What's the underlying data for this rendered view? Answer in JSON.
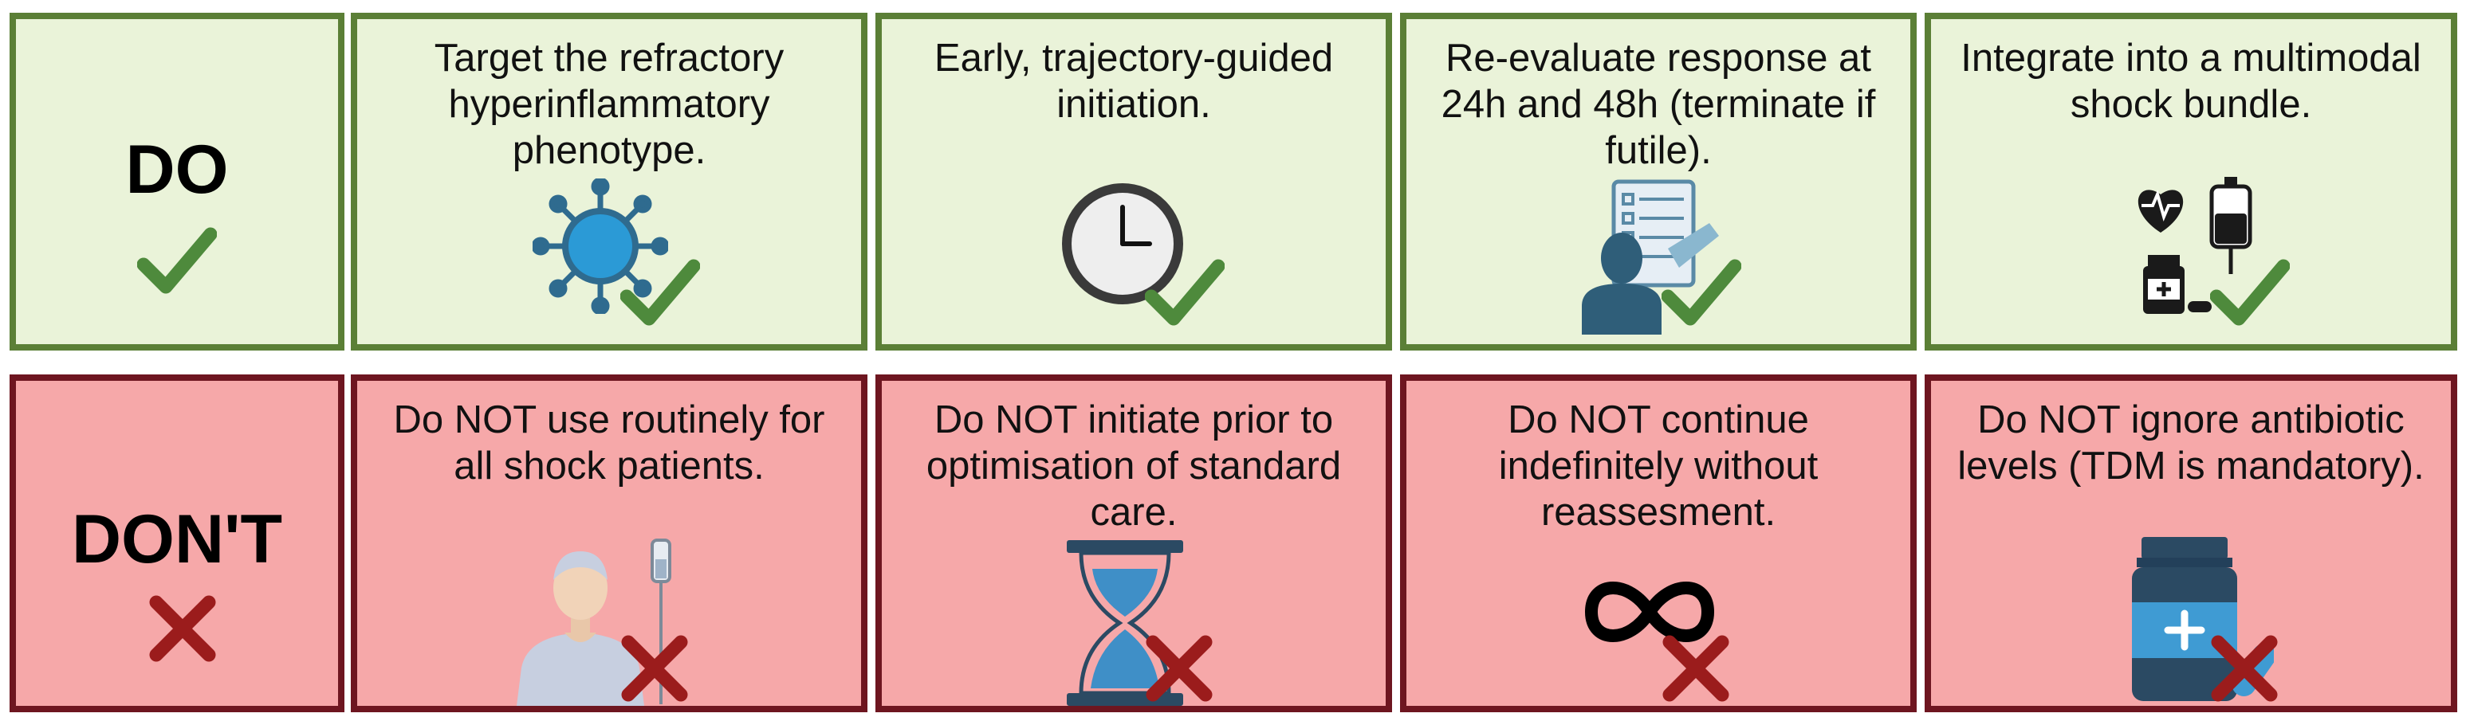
{
  "rows": {
    "do": {
      "label": "DO",
      "items": [
        {
          "text": "Target the refractory hyperinflammatory phenotype.",
          "icon": "virus-icon"
        },
        {
          "text": "Early, trajectory-guided initiation.",
          "icon": "clock-icon"
        },
        {
          "text": "Re-evaluate response at 24h and 48h (terminate if futile).",
          "icon": "checklist-person-icon"
        },
        {
          "text": "Integrate into a multimodal shock bundle.",
          "icon": "shock-bundle-icon"
        }
      ]
    },
    "dont": {
      "label": "DON'T",
      "items": [
        {
          "text": "Do NOT use routinely for all shock patients.",
          "icon": "patient-iv-icon"
        },
        {
          "text": "Do NOT initiate prior to optimisation of standard care.",
          "icon": "hourglass-icon"
        },
        {
          "text": "Do NOT continue indefinitely without reassesment.",
          "icon": "infinity-icon"
        },
        {
          "text": "Do NOT ignore antibiotic levels (TDM is mandatory).",
          "icon": "medicine-bottle-icon"
        }
      ]
    }
  },
  "colors": {
    "do_fill": "#eaf3d9",
    "do_border": "#5b7f36",
    "check": "#4e8a3c",
    "dont_fill": "#f6a8a9",
    "dont_border": "#6e1620",
    "cross": "#9b1c1c"
  }
}
